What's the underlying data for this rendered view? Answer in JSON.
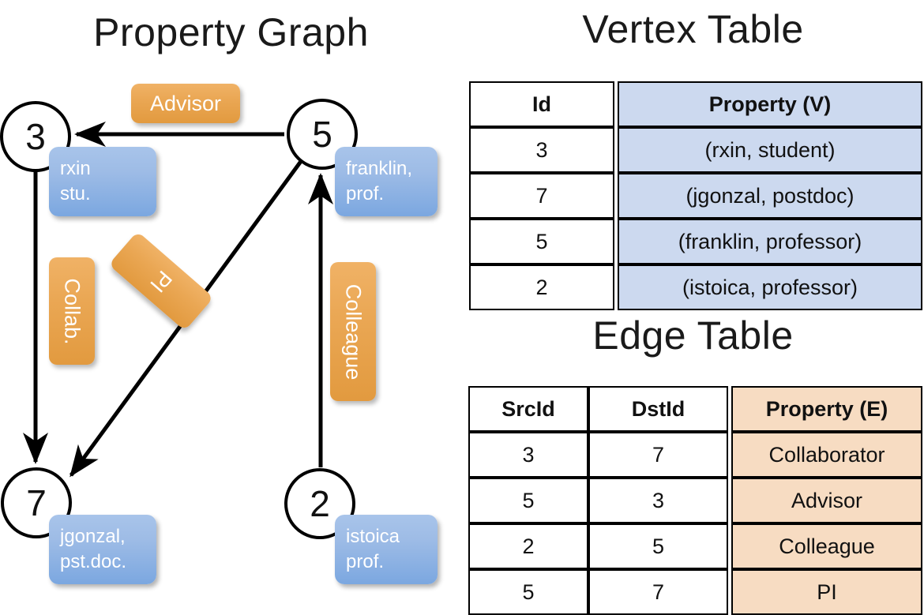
{
  "titles": {
    "property_graph": "Property Graph",
    "vertex_table": "Vertex Table",
    "edge_table": "Edge Table"
  },
  "graph": {
    "vertices": [
      {
        "id": "3",
        "name": "rxin",
        "role": "stu."
      },
      {
        "id": "5",
        "name": "franklin,",
        "role": "prof."
      },
      {
        "id": "7",
        "name": "jgonzal,",
        "role": "pst.doc."
      },
      {
        "id": "2",
        "name": "istoica",
        "role": "prof."
      }
    ],
    "edge_labels": {
      "advisor": "Advisor",
      "collaborator": "Collab.",
      "pi": "PI",
      "colleague": "Colleague"
    },
    "colors": {
      "vertex_box_fill": "#9ebce6",
      "edge_label_fill": "#eaa754",
      "node_stroke": "#000000"
    }
  },
  "vertex_table": {
    "headers": [
      "Id",
      "Property (V)"
    ],
    "rows": [
      {
        "id": "3",
        "property": "(rxin, student)"
      },
      {
        "id": "7",
        "property": "(jgonzal, postdoc)"
      },
      {
        "id": "5",
        "property": "(franklin, professor)"
      },
      {
        "id": "2",
        "property": "(istoica, professor)"
      }
    ],
    "property_cell_color": "#ccd9ef"
  },
  "edge_table": {
    "headers": [
      "SrcId",
      "DstId",
      "Property (E)"
    ],
    "rows": [
      {
        "src": "3",
        "dst": "7",
        "property": "Collaborator"
      },
      {
        "src": "5",
        "dst": "3",
        "property": "Advisor"
      },
      {
        "src": "2",
        "dst": "5",
        "property": "Colleague"
      },
      {
        "src": "5",
        "dst": "7",
        "property": "PI"
      }
    ],
    "property_cell_color": "#f7dcc2"
  }
}
